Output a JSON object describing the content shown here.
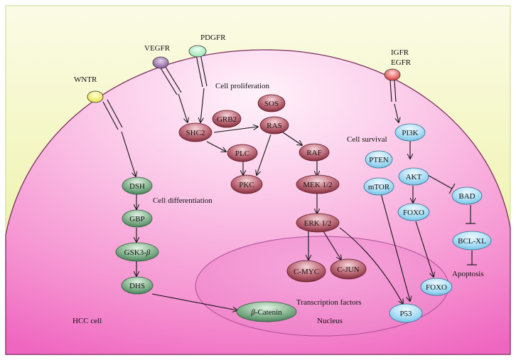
{
  "receptors": {
    "wntr": "WNTR",
    "vegfr": "VEGFR",
    "pdgfr": "PDGFR",
    "igfr": "IGFR",
    "egfr": "EGFR"
  },
  "labels": {
    "cell_proliferation": "Cell proliferation",
    "cell_survival": "Cell survival",
    "cell_differentiation": "Cell differentiation",
    "transcription_factors": "Transcription factors",
    "nucleus": "Nucleus",
    "hcc_cell": "HCC cell",
    "apoptosis": "Apoptosis"
  },
  "nodes": {
    "grb2": "GRB2",
    "sos": "SOS",
    "shc2": "SHC2",
    "ras": "RAS",
    "plc": "PLC",
    "raf": "RAF",
    "pkc": "PKC",
    "mek": "MEK 1/2",
    "erk": "ERK 1/2",
    "cmyc": "C-MYC",
    "cjun": "C-JUN",
    "pi3k": "PI3K",
    "pten": "PTEN",
    "akt": "AKT",
    "mtor": "mTOR",
    "bad": "BAD",
    "foxo": "FOXO",
    "bclxl": "BCL-XL",
    "foxo_nuc": "FOXO",
    "p53": "P53",
    "dsh": "DSH",
    "gbp": "GBP",
    "gsk3": "GSK3-",
    "gsk3_sym": "β",
    "dhs": "DHS",
    "catenin_sym": "β",
    "catenin": "-Catenin"
  },
  "colors": {
    "background": "#f6f8cc",
    "cell_fill": "#f58fd0",
    "red_node": "#9a3b4a",
    "green_node": "#5f9a70",
    "blue_node": "#8fd0ee",
    "wntr": "#f2f060",
    "vegfr": "#9a6fa8",
    "pdgfr": "#a8eec0",
    "igfr": "#e85050"
  }
}
